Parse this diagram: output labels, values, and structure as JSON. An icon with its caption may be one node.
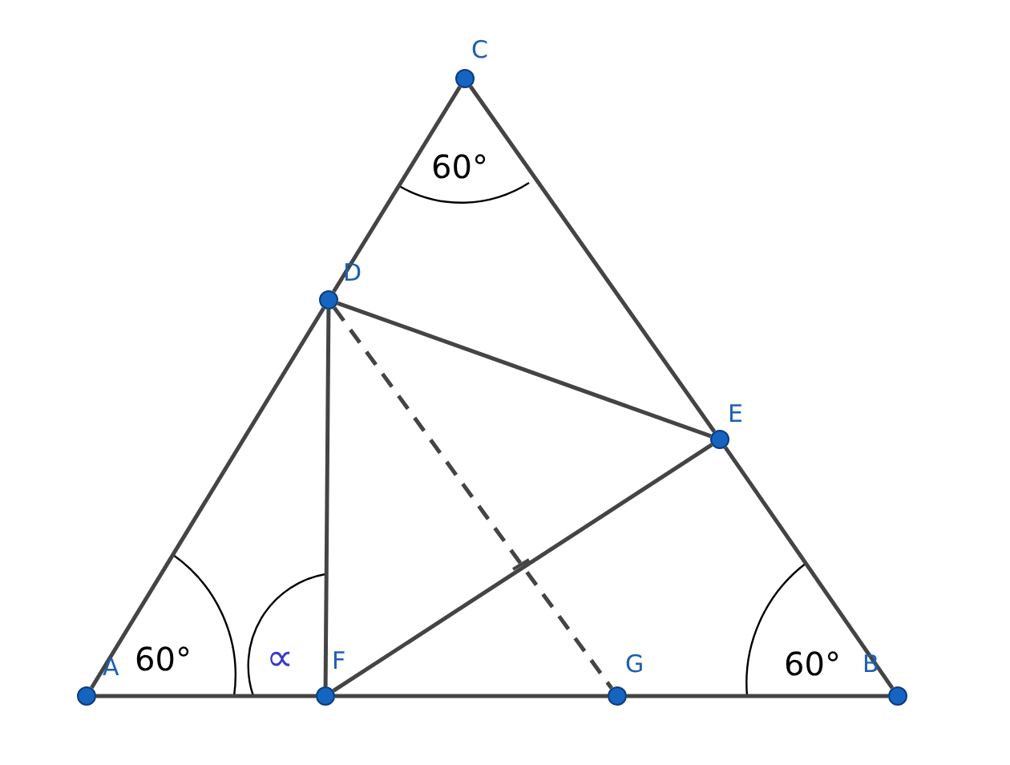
{
  "diagram": {
    "nodes": [
      {
        "text": [],
        "shape": "circle",
        "beside": [
          "A"
        ]
      },
      {
        "text": [],
        "shape": "circle",
        "beside": [
          "F"
        ]
      },
      {
        "text": [],
        "shape": "circle",
        "beside": [
          "G"
        ]
      },
      {
        "text": [],
        "shape": "circle",
        "beside": [
          "B"
        ]
      },
      {
        "text": [],
        "shape": "circle",
        "beside": [
          "C"
        ]
      },
      {
        "text": [],
        "shape": "circle",
        "beside": [
          "D"
        ]
      },
      {
        "text": [],
        "shape": "circle",
        "beside": [
          "E"
        ]
      }
    ],
    "edges": [
      {
        "from": 0,
        "to": 1,
        "arrow": "none"
      },
      {
        "from": 1,
        "to": 2,
        "arrow": "none"
      },
      {
        "from": 2,
        "to": 3,
        "arrow": "none"
      },
      {
        "from": 0,
        "to": 5,
        "arrow": "none"
      },
      {
        "from": 5,
        "to": 4,
        "arrow": "none"
      },
      {
        "from": 4,
        "to": 6,
        "arrow": "none"
      },
      {
        "from": 6,
        "to": 3,
        "arrow": "none"
      },
      {
        "from": 5,
        "to": 1,
        "arrow": "none"
      },
      {
        "from": 5,
        "to": 6,
        "arrow": "none"
      },
      {
        "from": 1,
        "to": 6,
        "arrow": "none"
      },
      {
        "from": 5,
        "to": 2,
        "arrow": "none",
        "style": "dashed"
      }
    ],
    "labels": [
      "60°",
      "60°",
      "∝",
      "60°"
    ]
  }
}
